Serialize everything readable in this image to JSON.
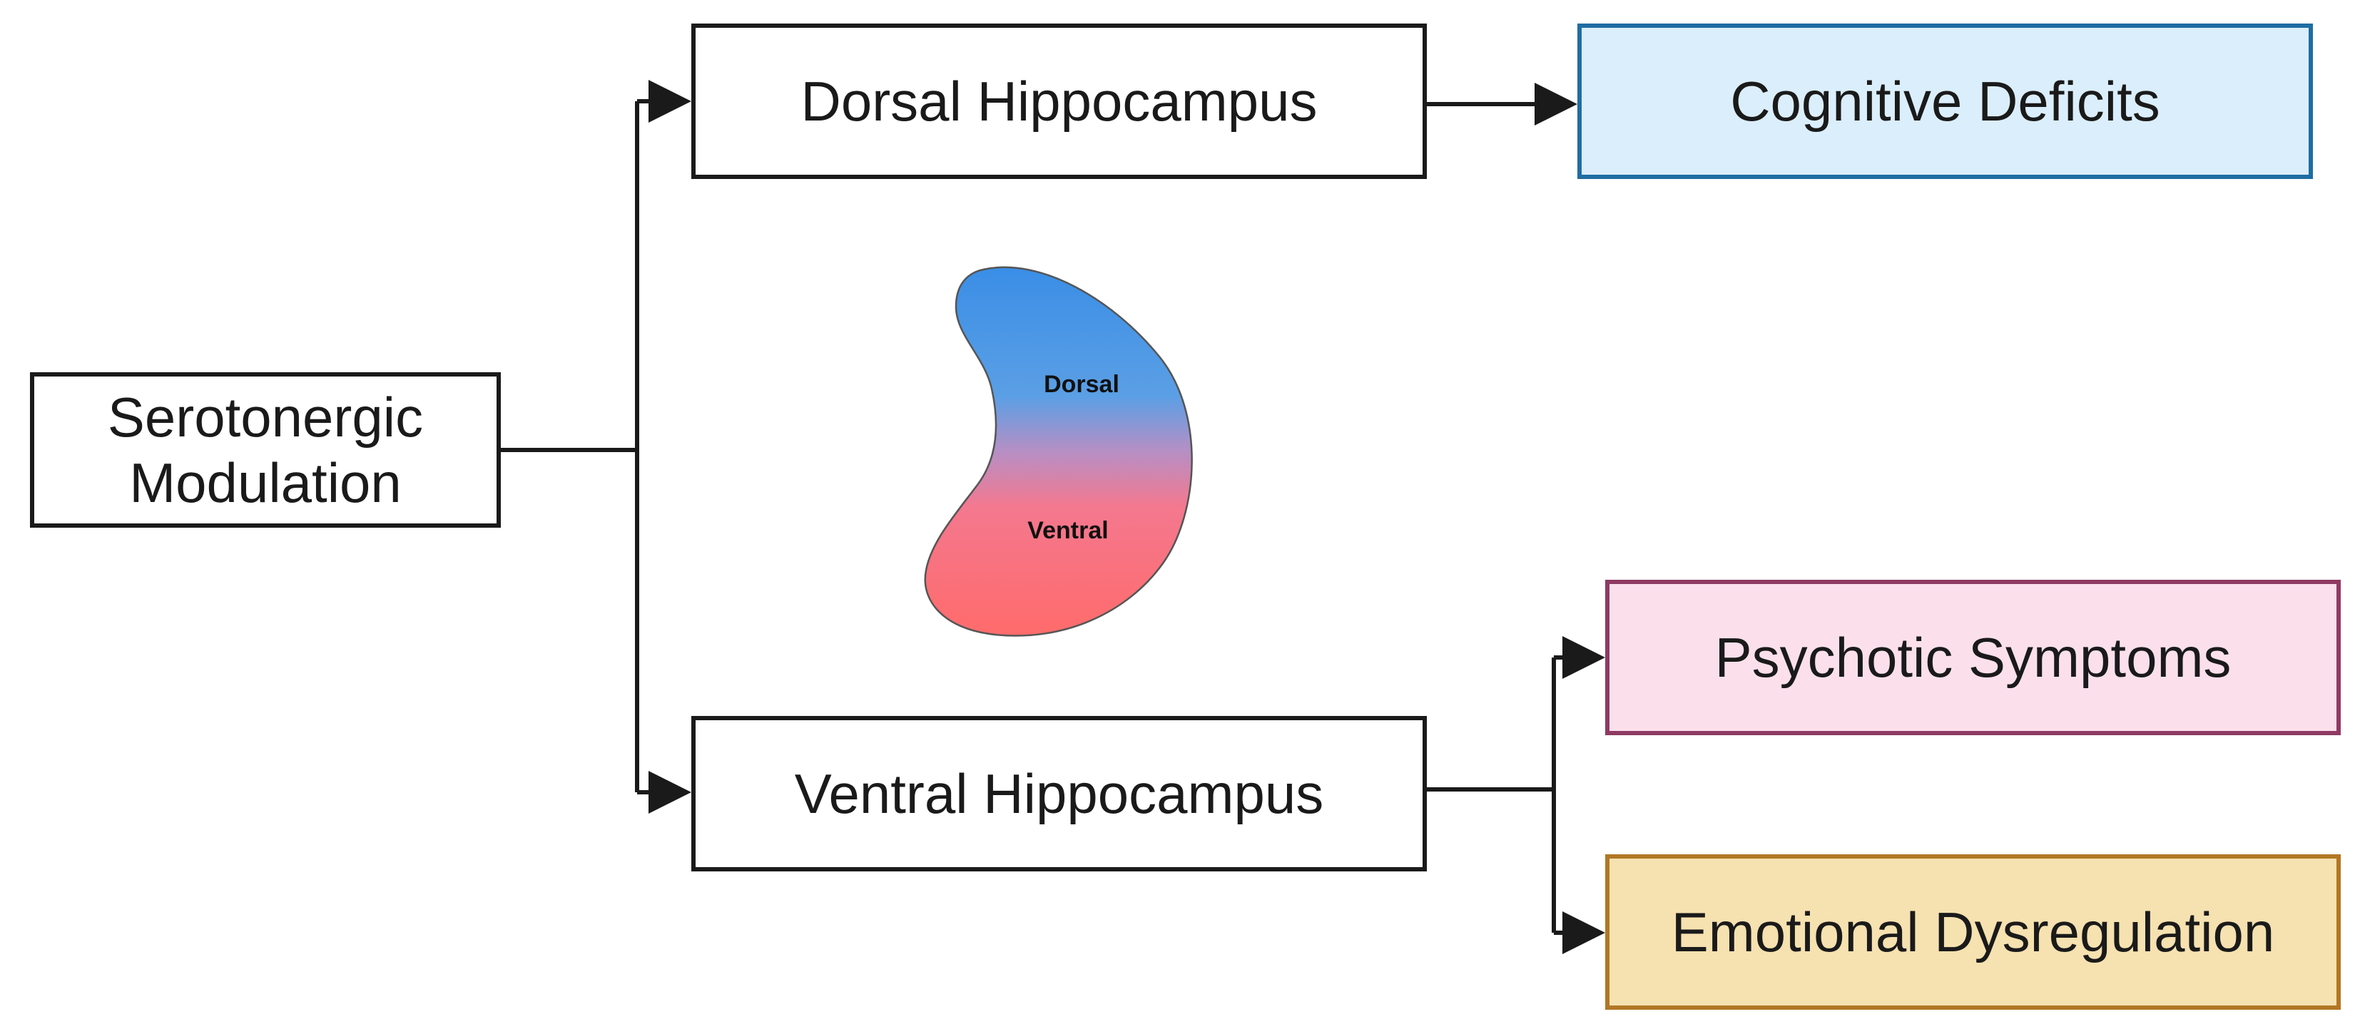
{
  "nodes": {
    "source": "Serotonergic Modulation",
    "dorsal": "Dorsal Hippocampus",
    "ventral": "Ventral Hippocampus",
    "cognitive": "Cognitive Deficits",
    "psychotic": "Psychotic Symptoms",
    "emotional": "Emotional Dysregulation"
  },
  "illustration": {
    "dorsal_label": "Dorsal",
    "ventral_label": "Ventral",
    "gradient_top_color": "#3a8ee6",
    "gradient_bottom_color": "#ff6b6b"
  },
  "colors": {
    "cognitive_fill": "#dbeefb",
    "cognitive_border": "#1f6da3",
    "psychotic_fill": "#fbe0ec",
    "psychotic_border": "#8e3a62",
    "emotional_fill": "#f6e1b0",
    "emotional_border": "#b17724",
    "line": "#1a1a1a"
  }
}
